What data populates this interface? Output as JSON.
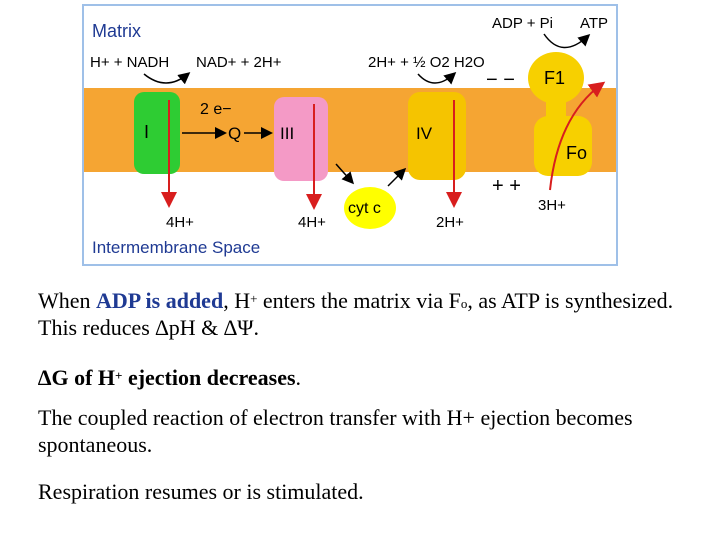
{
  "diagram": {
    "matrix_label": "Matrix",
    "intermembrane_label": "Intermembrane Space",
    "complex_1": {
      "name": "I",
      "left_reaction": "H+ + NADH",
      "right_reaction": "NAD+ + 2H+",
      "output": "4H+"
    },
    "electrons": "2 e−",
    "quinone": "Q",
    "complex_3": {
      "name": "III",
      "output": "4H+"
    },
    "complex_4": {
      "name": "IV",
      "reaction": "2H+ + ½ O2  H2O",
      "output": "2H+"
    },
    "cytochrome_c": "cyt c",
    "atp_synthase": {
      "f1": "F1",
      "fo": "Fo",
      "reaction_adp": "ADP + Pi",
      "reaction_atp": "ATP",
      "input": "3H+"
    },
    "charge_minus": "− −",
    "charge_plus": "+ +",
    "colors": {
      "membrane": "#f5a533",
      "complex_1": "#2ecc33",
      "complex_3": "#f49ac6",
      "complex_4": "#f5c400",
      "cyt_c": "#ffff00",
      "atp_synthase": "#f7d000",
      "arrow": "#d81e1e",
      "label_blue": "#1f3a93"
    }
  },
  "text": {
    "p1": "When ADP is added, H+ enters the matrix via Fo, as ATP is synthesized. This reduces ΔpH & ΔΨ.",
    "p2": "ΔG of H+ ejection decreases.",
    "p3": "The coupled reaction of electron transfer with H+ ejection becomes spontaneous.",
    "p4": "Respiration resumes or is stimulated."
  }
}
